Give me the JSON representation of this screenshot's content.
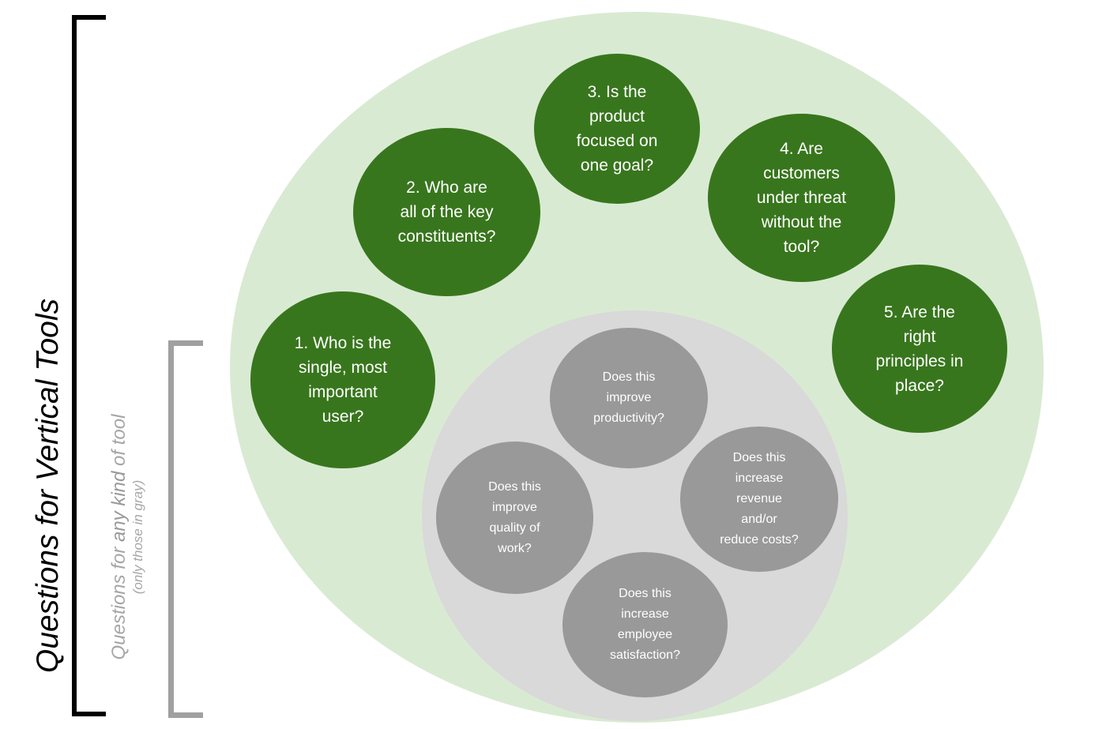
{
  "labels": {
    "title": "Questions for Vertical Tools",
    "subtitle_prefix": "Questions for ",
    "subtitle_emphasis": "any kind",
    "subtitle_suffix": " of tool",
    "subtitle_note": "(only those in gray)"
  },
  "colors": {
    "outer_region": "#d9ead3",
    "inner_region": "#d9d9d9",
    "vertical_question": "#38761d",
    "general_question": "#999999"
  },
  "vertical_questions": [
    {
      "text": "1. Who is the\nsingle, most\nimportant\nuser?"
    },
    {
      "text": "2. Who are\nall of the key\nconstituents?"
    },
    {
      "text": "3. Is the\nproduct\nfocused on\none goal?"
    },
    {
      "text": "4. Are\ncustomers\nunder threat\nwithout the\ntool?"
    },
    {
      "text": "5. Are the\nright\nprinciples in\nplace?"
    }
  ],
  "general_questions": [
    {
      "text": "Does this\nimprove\nproductivity?"
    },
    {
      "text": "Does this\nimprove\nquality of\nwork?"
    },
    {
      "text": "Does this\nincrease\nrevenue\nand/or\nreduce costs?"
    },
    {
      "text": "Does this\nincrease\nemployee\nsatisfaction?"
    }
  ]
}
